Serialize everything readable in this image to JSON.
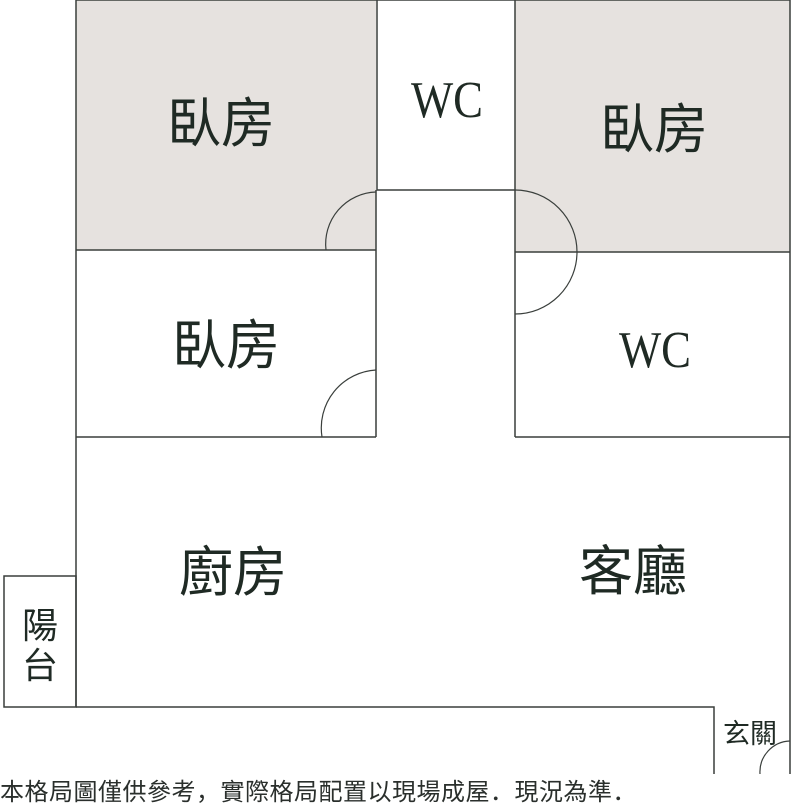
{
  "rooms": {
    "bedroom_top_left": "臥房",
    "wc_top": "WC",
    "bedroom_top_right": "臥房",
    "bedroom_middle_left": "臥房",
    "wc_right": "WC",
    "kitchen": "廚房",
    "living_room": "客廳",
    "balcony_line1": "陽",
    "balcony_line2": "台",
    "entrance": "玄關"
  },
  "disclaimer": "本格局圖僅供參考，實際格局配置以現場成屋．現況為準．",
  "colors": {
    "bedroom_fill": "#e6e2df",
    "wall_stroke": "#3a3f3c",
    "text": "#1f2a24"
  }
}
